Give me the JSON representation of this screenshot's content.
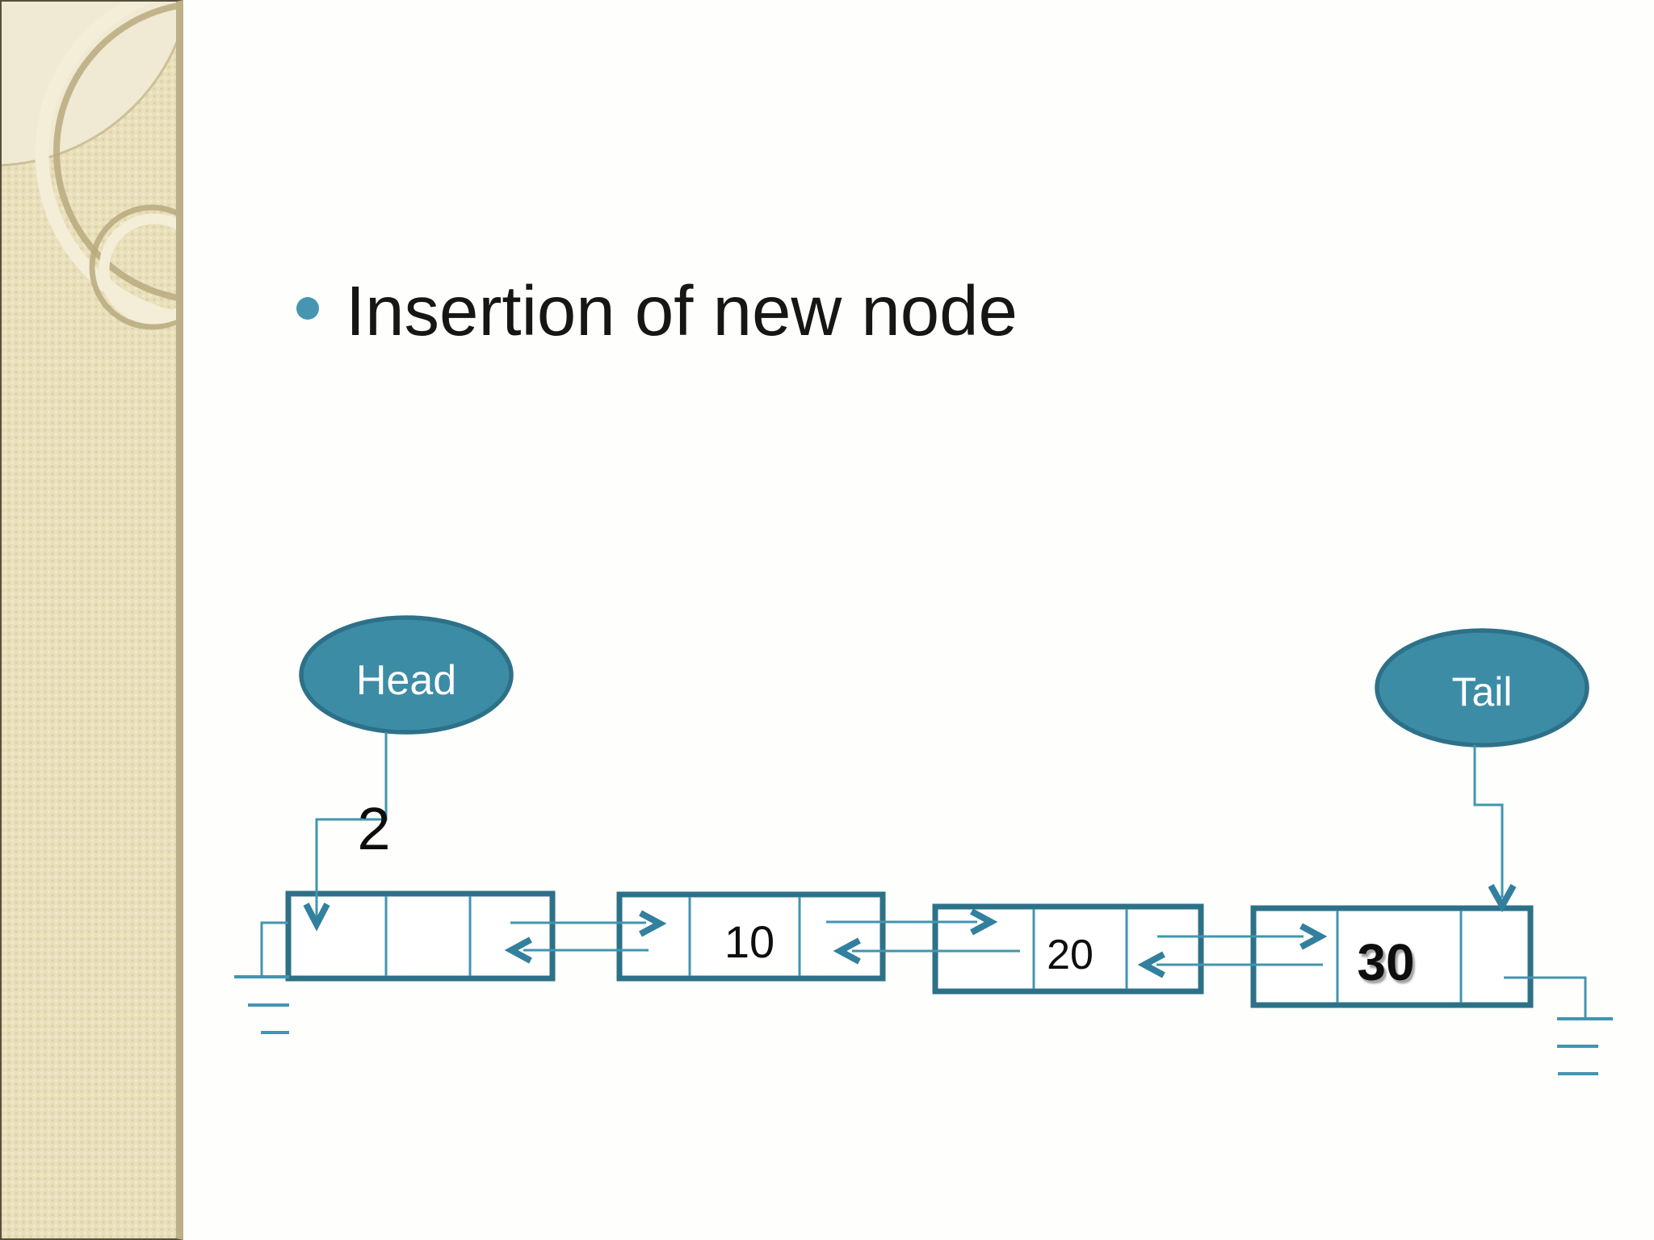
{
  "slide": {
    "title": "Insertion of new node"
  },
  "diagram": {
    "head_label": "Head",
    "tail_label": "Tail",
    "insert_order_label": "2",
    "node_values": [
      "",
      "10",
      "20",
      "30"
    ],
    "colors": {
      "ellipse_fill": "#3d8ca6",
      "box_border": "#2d7189",
      "pointer_line": "#4295b0",
      "arrowhead": "#32809e",
      "sidebar_beige": "#e9dfba",
      "title_text": "#161616"
    }
  }
}
